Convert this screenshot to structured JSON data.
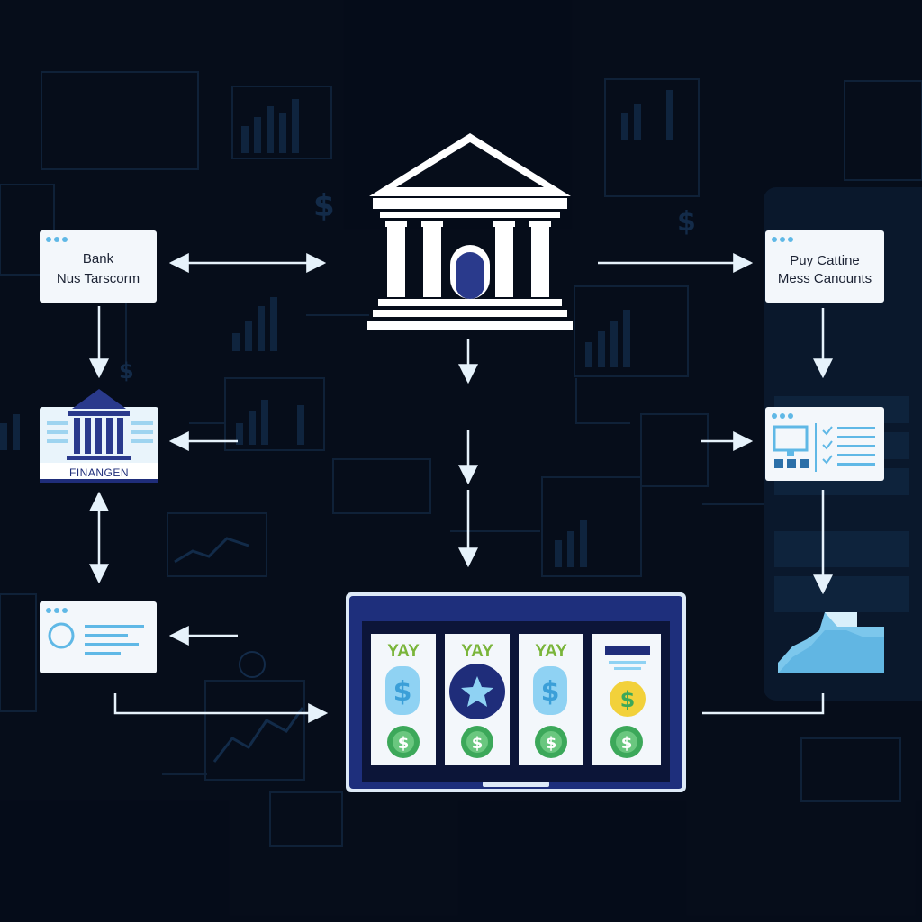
{
  "nodes": {
    "bank_card": {
      "line1": "Bank",
      "line2": "Nus Tarscorm"
    },
    "pay_card": {
      "line1": "Puy Cattine",
      "line2": "Mess Canounts"
    },
    "finance_card": {
      "caption": "FINANGEN"
    }
  },
  "slot_screen": {
    "reels": [
      {
        "label": "YAY",
        "top_symbol": "dollar-coin",
        "bottom_symbol": "dollar-coin"
      },
      {
        "label": "YAY",
        "top_symbol": "star-coin",
        "bottom_symbol": "dollar-coin"
      },
      {
        "label": "YAY",
        "top_symbol": "dollar-coin",
        "bottom_symbol": "dollar-coin"
      },
      {
        "label": "",
        "top_symbol": "gold-dollar-coin",
        "bottom_symbol": "dollar-coin"
      }
    ],
    "currency_glyph": "$"
  },
  "colors": {
    "background": "#060d1a",
    "arrow": "#e6f2fb",
    "card": "#f3f7fb",
    "accent_blue": "#5fb8e6",
    "navy": "#1f2d7a",
    "coin_green": "#3ca85a",
    "coin_gold": "#f2d13a",
    "reel_label_green": "#7ab53a"
  },
  "background_glyphs": [
    "$",
    "$",
    "$"
  ]
}
